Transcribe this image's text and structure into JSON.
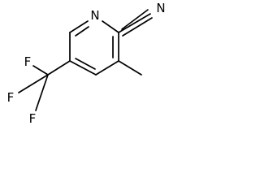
{
  "structure": {
    "atoms": {
      "ring_nitrogen": "N",
      "nitrile_nitrogen": "N",
      "fluorine_top": "F",
      "fluorine_left": "F",
      "fluorine_bottom": "F"
    }
  }
}
